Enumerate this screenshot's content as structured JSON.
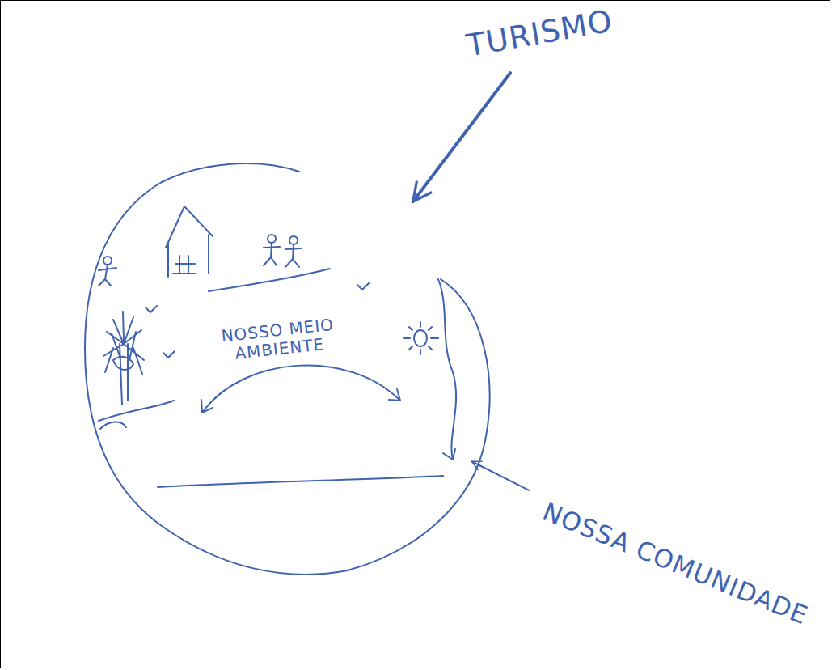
{
  "diagram": {
    "nodes": [
      {
        "text": [
          "TURISMO"
        ]
      },
      {
        "text": [
          "NOSSO MEIO AMBIENTE"
        ]
      },
      {
        "text": [
          "NOSSA COMUNIDADE"
        ]
      }
    ],
    "edges": [
      {
        "from": 0,
        "to": 1,
        "arrow": "to"
      },
      {
        "from": 2,
        "to": 1,
        "arrow": "to"
      }
    ]
  }
}
